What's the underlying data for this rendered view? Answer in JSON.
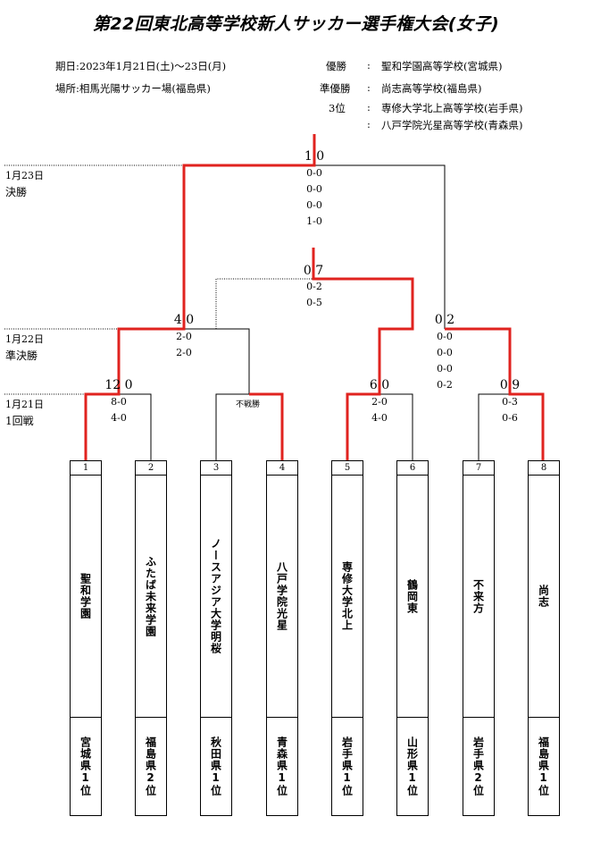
{
  "title": "第22回東北高等学校新人サッカー選手権大会(女子)",
  "info": {
    "date": "期日:2023年1月21日(土)～23日(月)",
    "venue": "場所:相馬光陽サッカー場(福島県)",
    "results": [
      {
        "rank": "優勝",
        "sep": ":",
        "team": "聖和学園高等学校(宮城県)"
      },
      {
        "rank": "準優勝",
        "sep": ":",
        "team": "尚志高等学校(福島県)"
      },
      {
        "rank": "3位",
        "sep": ":",
        "team": "専修大学北上高等学校(岩手県)"
      },
      {
        "rank": "",
        "sep": ":",
        "team": "八戸学院光星高等学校(青森県)"
      }
    ]
  },
  "rounds": {
    "final": {
      "date": "1月23日",
      "name": "決勝"
    },
    "semi": {
      "date": "1月22日",
      "name": "準決勝"
    },
    "first": {
      "date": "1月21日",
      "name": "1回戦"
    }
  },
  "matches": {
    "final": {
      "left": "1",
      "right": "0",
      "halves": [
        "0-0",
        "0-0",
        "0-0",
        "1-0"
      ]
    },
    "third": {
      "left": "0",
      "right": "7",
      "halves": [
        "0-2",
        "0-5"
      ]
    },
    "sf1": {
      "left": "4",
      "right": "0",
      "halves": [
        "2-0",
        "2-0"
      ]
    },
    "sf2": {
      "left": "0",
      "right": "2",
      "halves": [
        "0-0",
        "0-0",
        "0-0",
        "0-2"
      ]
    },
    "r1a": {
      "left": "12",
      "right": "0",
      "halves": [
        "8-0",
        "4-0"
      ]
    },
    "r1b": {
      "note": "不戦勝"
    },
    "r1c": {
      "left": "6",
      "right": "0",
      "halves": [
        "2-0",
        "4-0"
      ]
    },
    "r1d": {
      "left": "0",
      "right": "9",
      "halves": [
        "0-3",
        "0-6"
      ]
    }
  },
  "teams": [
    {
      "num": "1",
      "name": "聖和学園",
      "pref": "宮城県1位"
    },
    {
      "num": "2",
      "name": "ふたば未来学園",
      "pref": "福島県2位"
    },
    {
      "num": "3",
      "name": "ノースアジア大学明桜",
      "pref": "秋田県1位"
    },
    {
      "num": "4",
      "name": "八戸学院光星",
      "pref": "青森県1位"
    },
    {
      "num": "5",
      "name": "専修大学北上",
      "pref": "岩手県1位"
    },
    {
      "num": "6",
      "name": "鶴岡東",
      "pref": "山形県1位"
    },
    {
      "num": "7",
      "name": "不来方",
      "pref": "岩手県2位"
    },
    {
      "num": "8",
      "name": "尚志",
      "pref": "福島県1位"
    }
  ],
  "colors": {
    "winner_line": "#e0231f",
    "line": "#000000"
  }
}
